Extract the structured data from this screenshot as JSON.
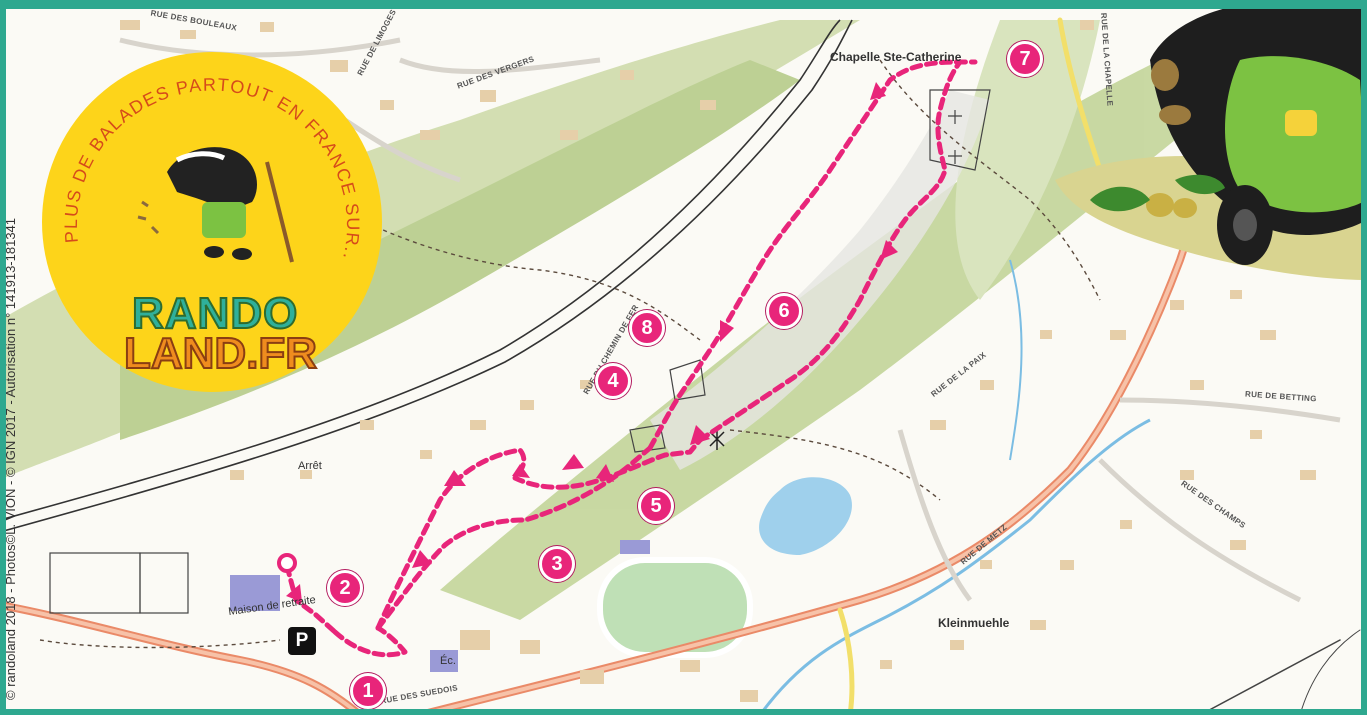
{
  "map": {
    "streets": [
      {
        "id": "bouleaux",
        "label": "RUE DES BOULEAUX"
      },
      {
        "id": "limoges",
        "label": "RUE DE LIMOGES"
      },
      {
        "id": "vergers",
        "label": "RUE DES VERGERS"
      },
      {
        "id": "chapelle",
        "label": "RUE DE LA CHAPELLE"
      },
      {
        "id": "chemin_fer",
        "label": "RUE DU CHEMIN DE FER"
      },
      {
        "id": "paix",
        "label": "RUE DE LA PAIX"
      },
      {
        "id": "betting",
        "label": "RUE DE BETTING"
      },
      {
        "id": "champs",
        "label": "RUE DES CHAMPS"
      },
      {
        "id": "metz",
        "label": "RUE DE METZ"
      },
      {
        "id": "suedois",
        "label": "RUE DES SUEDOIS"
      }
    ],
    "places": {
      "chapelle": "Chapelle Ste-Catherine",
      "arret": "Arrêt",
      "maison": "Maison de retraite",
      "kleinmuehle": "Kleinmuehle",
      "ecole": "Éc."
    },
    "parking": "P",
    "waypoints": [
      "1",
      "2",
      "3",
      "4",
      "5",
      "6",
      "7",
      "8"
    ],
    "copyright": "© randoland 2018 - Photos©L. VION - © IGN 2017 - Autorisation n° 141913-181341",
    "icons": [
      "parking-icon",
      "church-cross-icon",
      "start-point-icon",
      "direction-arrow-icon",
      "badger-mascot-icon",
      "viewpoint-icon"
    ]
  },
  "logo": {
    "tagline": "PLUS DE BALADES PARTOUT EN FRANCE SUR...",
    "brand_line1": "RANDO",
    "brand_line2": "LAND.FR"
  },
  "colors": {
    "route": "#e8257a",
    "frame": "#2ea88f",
    "logo_bg": "#fdd41a",
    "road_main": "#f08c6a",
    "forest": "#c9d8a6",
    "water": "#8fc8e8"
  }
}
